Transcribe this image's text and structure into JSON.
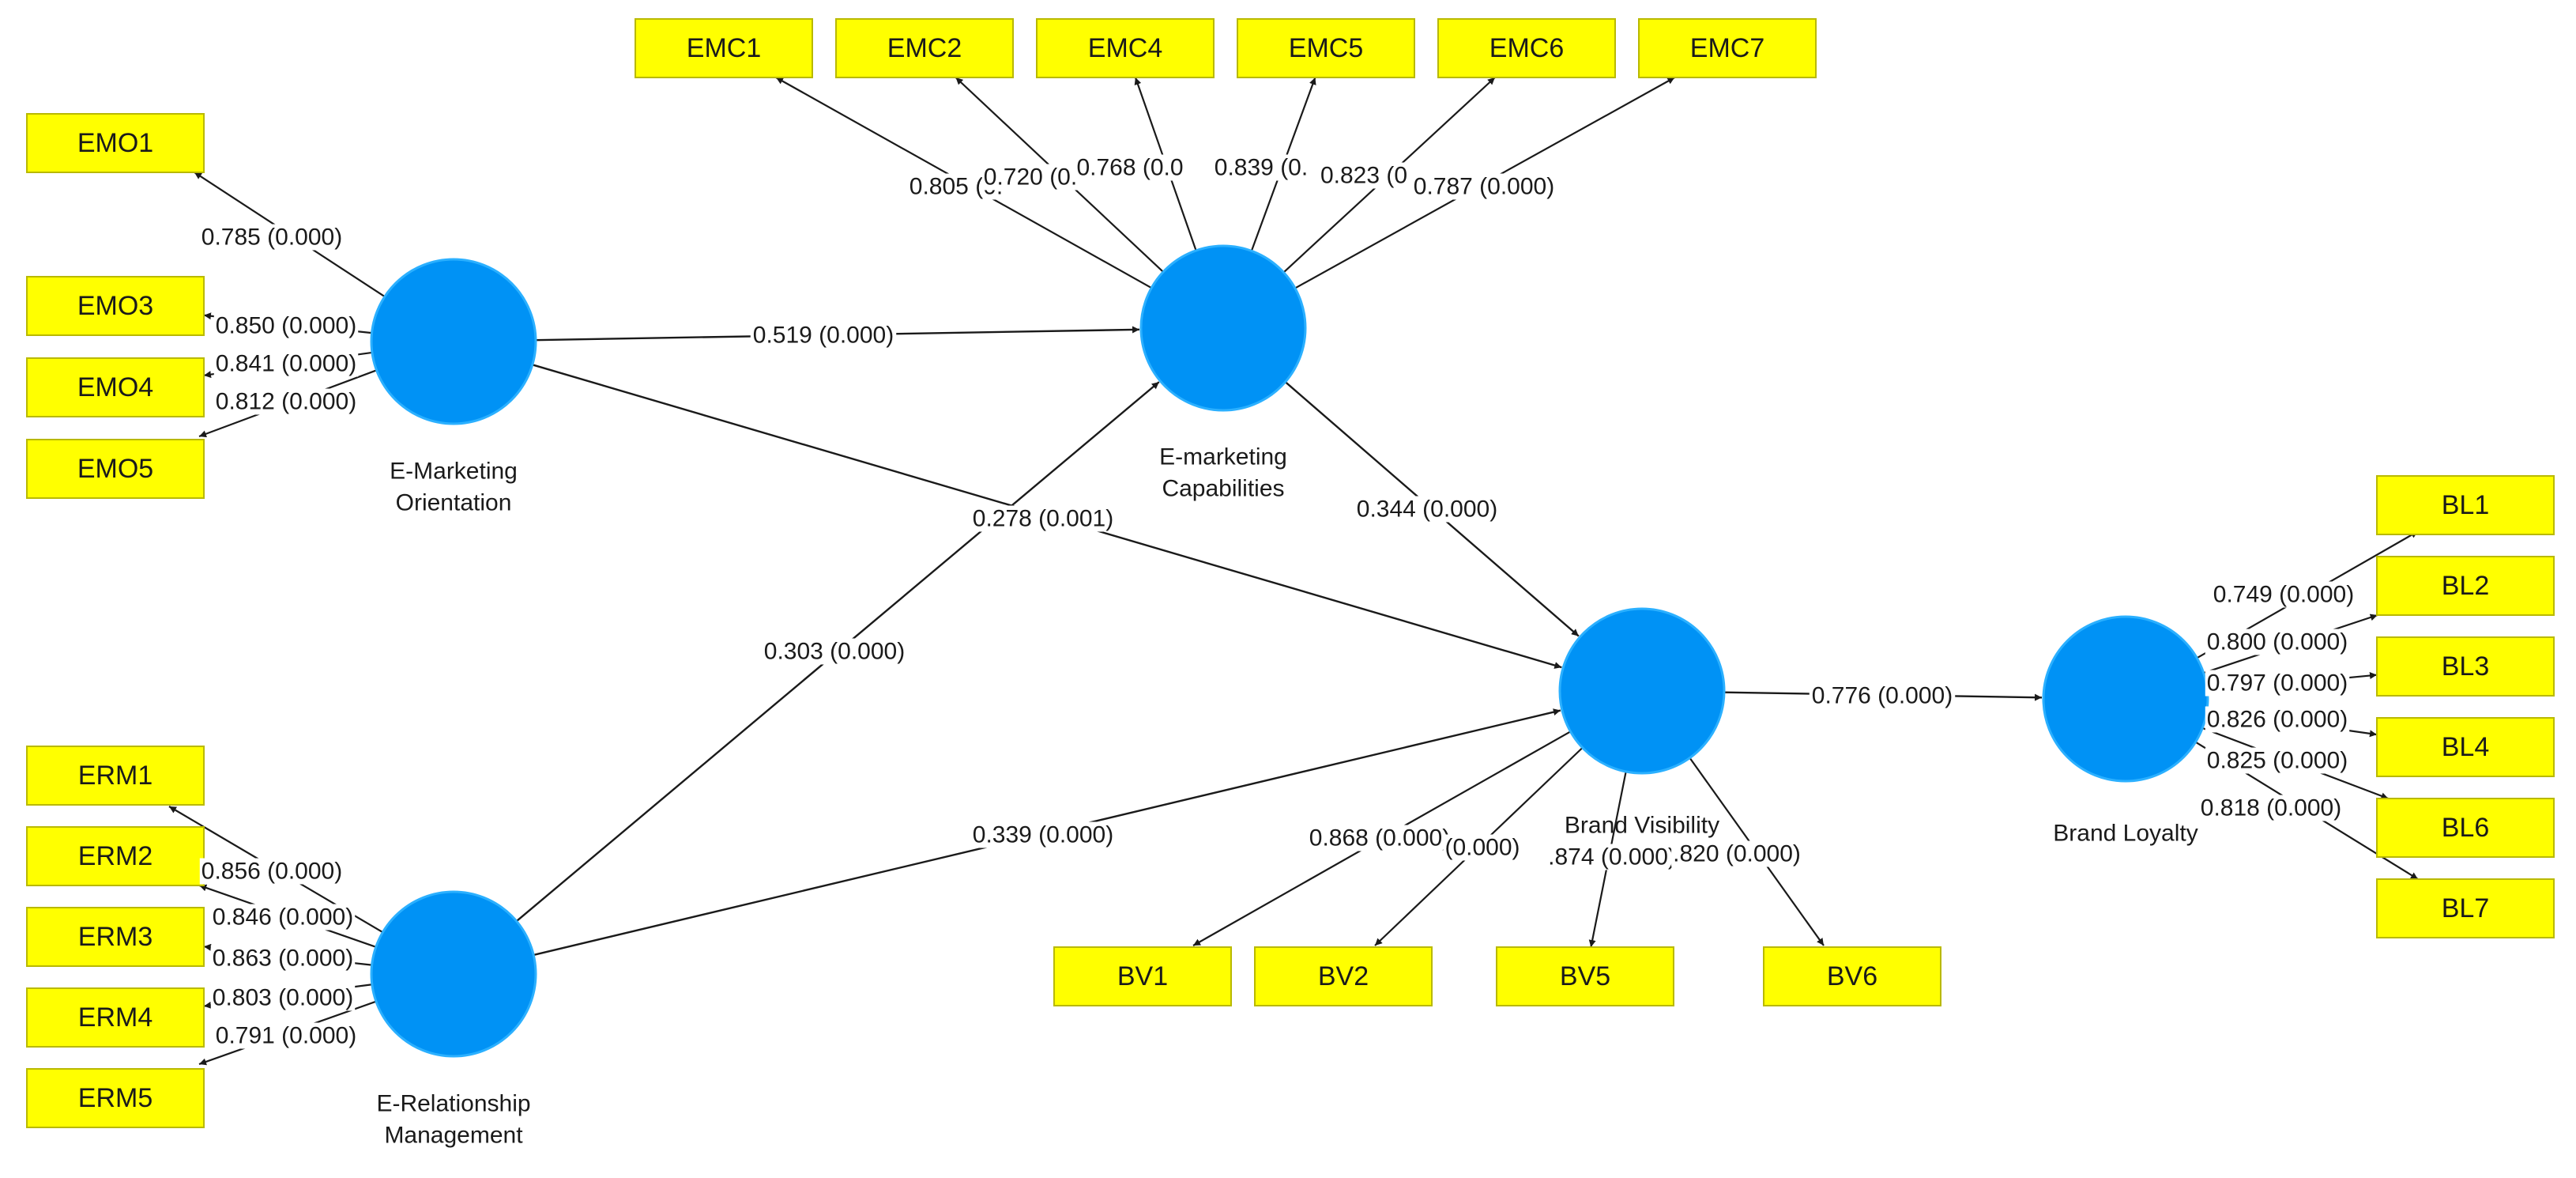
{
  "colors": {
    "construct_fill": "#0092f5",
    "construct_stroke": "#2bb0ff",
    "indicator_fill": "#ffff00",
    "indicator_stroke": "#b9b900",
    "edge": "#1a1a1a",
    "text": "#1a1a1a"
  },
  "constructs": [
    {
      "id": "emo",
      "lines": [
        "E-Marketing",
        "Orientation"
      ]
    },
    {
      "id": "emc",
      "lines": [
        "E-marketing",
        "Capabilities"
      ]
    },
    {
      "id": "erm",
      "lines": [
        "E-Relationship",
        "Management"
      ]
    },
    {
      "id": "bv",
      "lines": [
        "Brand Visibility"
      ]
    },
    {
      "id": "bl",
      "lines": [
        "Brand Loyalty"
      ]
    }
  ],
  "indicators": [
    {
      "id": "EMC1",
      "label": "EMC1",
      "construct": "emc",
      "loading": "0.805 (0."
    },
    {
      "id": "EMC2",
      "label": "EMC2",
      "construct": "emc",
      "loading": "0.720 (0."
    },
    {
      "id": "EMC4",
      "label": "EMC4",
      "construct": "emc",
      "loading": "0.768 (0.0"
    },
    {
      "id": "EMC5",
      "label": "EMC5",
      "construct": "emc",
      "loading": "0.839 (0."
    },
    {
      "id": "EMC6",
      "label": "EMC6",
      "construct": "emc",
      "loading": "0.823 (0"
    },
    {
      "id": "EMC7",
      "label": "EMC7",
      "construct": "emc",
      "loading": "0.787 (0.000)"
    },
    {
      "id": "EMO1",
      "label": "EMO1",
      "construct": "emo",
      "loading": "0.785 (0.000)"
    },
    {
      "id": "EMO3",
      "label": "EMO3",
      "construct": "emo",
      "loading": "0.850 (0.000)"
    },
    {
      "id": "EMO4",
      "label": "EMO4",
      "construct": "emo",
      "loading": "0.841 (0.000)"
    },
    {
      "id": "EMO5",
      "label": "EMO5",
      "construct": "emo",
      "loading": "0.812 (0.000)"
    },
    {
      "id": "ERM1",
      "label": "ERM1",
      "construct": "erm",
      "loading": "0.856 (0.000)"
    },
    {
      "id": "ERM2",
      "label": "ERM2",
      "construct": "erm",
      "loading": "0.846 (0.000)"
    },
    {
      "id": "ERM3",
      "label": "ERM3",
      "construct": "erm",
      "loading": "0.863 (0.000)"
    },
    {
      "id": "ERM4",
      "label": "ERM4",
      "construct": "erm",
      "loading": "0.803 (0.000)"
    },
    {
      "id": "ERM5",
      "label": "ERM5",
      "construct": "erm",
      "loading": "0.791 (0.000)"
    },
    {
      "id": "BV1",
      "label": "BV1",
      "construct": "bv",
      "loading": "0.868 (0.000)"
    },
    {
      "id": "BV2",
      "label": "BV2",
      "construct": "bv",
      "loading": "(0.000)"
    },
    {
      "id": "BV5",
      "label": "BV5",
      "construct": "bv",
      "loading": ".874 (0.000)"
    },
    {
      "id": "BV6",
      "label": "BV6",
      "construct": "bv",
      "loading": ".820 (0.000)"
    },
    {
      "id": "BL1",
      "label": "BL1",
      "construct": "bl",
      "loading": "0.749 (0.000)"
    },
    {
      "id": "BL2",
      "label": "BL2",
      "construct": "bl",
      "loading": "0.800 (0.000)"
    },
    {
      "id": "BL3",
      "label": "BL3",
      "construct": "bl",
      "loading": "0.797 (0.000)"
    },
    {
      "id": "BL4",
      "label": "BL4",
      "construct": "bl",
      "loading": "0.826 (0.000)"
    },
    {
      "id": "BL6",
      "label": "BL6",
      "construct": "bl",
      "loading": "0.825 (0.000)"
    },
    {
      "id": "BL7",
      "label": "BL7",
      "construct": "bl",
      "loading": "0.818 (0.000)"
    }
  ],
  "paths": [
    {
      "id": "emo-emc",
      "from": "emo",
      "to": "emc",
      "label": "0.519 (0.000)"
    },
    {
      "id": "emo-bv",
      "from": "emo",
      "to": "bv",
      "label": "0.278 (0.001)"
    },
    {
      "id": "erm-emc",
      "from": "erm",
      "to": "emc",
      "label": "0.303 (0.000)"
    },
    {
      "id": "erm-bv",
      "from": "erm",
      "to": "bv",
      "label": "0.339 (0.000)"
    },
    {
      "id": "emc-bv",
      "from": "emc",
      "to": "bv",
      "label": "0.344 (0.000)"
    },
    {
      "id": "bv-bl",
      "from": "bv",
      "to": "bl",
      "label": "0.776 (0.000)"
    }
  ]
}
